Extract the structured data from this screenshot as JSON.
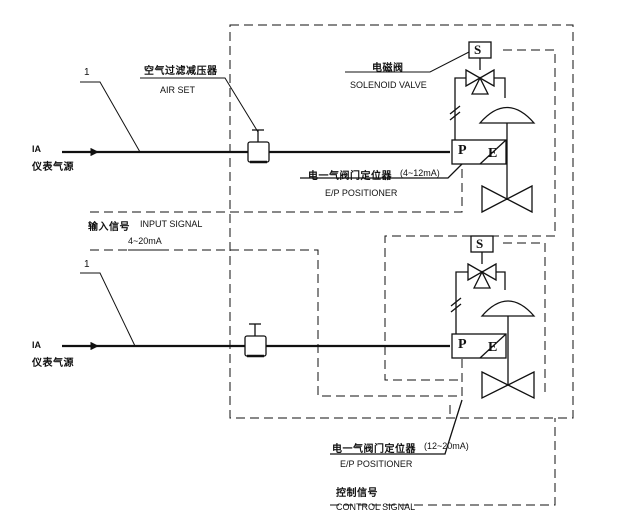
{
  "line_number_1": "1",
  "line_number_2": "1",
  "ia_top": {
    "code": "IA",
    "name": "仪表气源"
  },
  "ia_bottom": {
    "code": "IA",
    "name": "仪表气源"
  },
  "air_set": {
    "zh": "空气过滤减压器",
    "en": "AIR SET"
  },
  "solenoid_valve": {
    "zh": "电磁阀",
    "en": "SOLENOID VALVE"
  },
  "ep_positioner_top": {
    "zh": "电一气阀门定位器",
    "range": "(4~12mA)",
    "en": "E/P POSITIONER"
  },
  "ep_positioner_bottom": {
    "zh": "电一气阀门定位器",
    "range": "(12~20mA)",
    "en": "E/P POSITIONER"
  },
  "input_signal": {
    "zh": "输入信号",
    "en": "INPUT SIGNAL",
    "range": "4~20mA"
  },
  "control_signal": {
    "zh": "控制信号",
    "en": "CONTROL SIGNAL"
  },
  "box_letters": {
    "solenoid": "S",
    "pneumatic": "P",
    "electric": "E"
  },
  "colors": {
    "line": "#111111",
    "background": "#ffffff"
  }
}
